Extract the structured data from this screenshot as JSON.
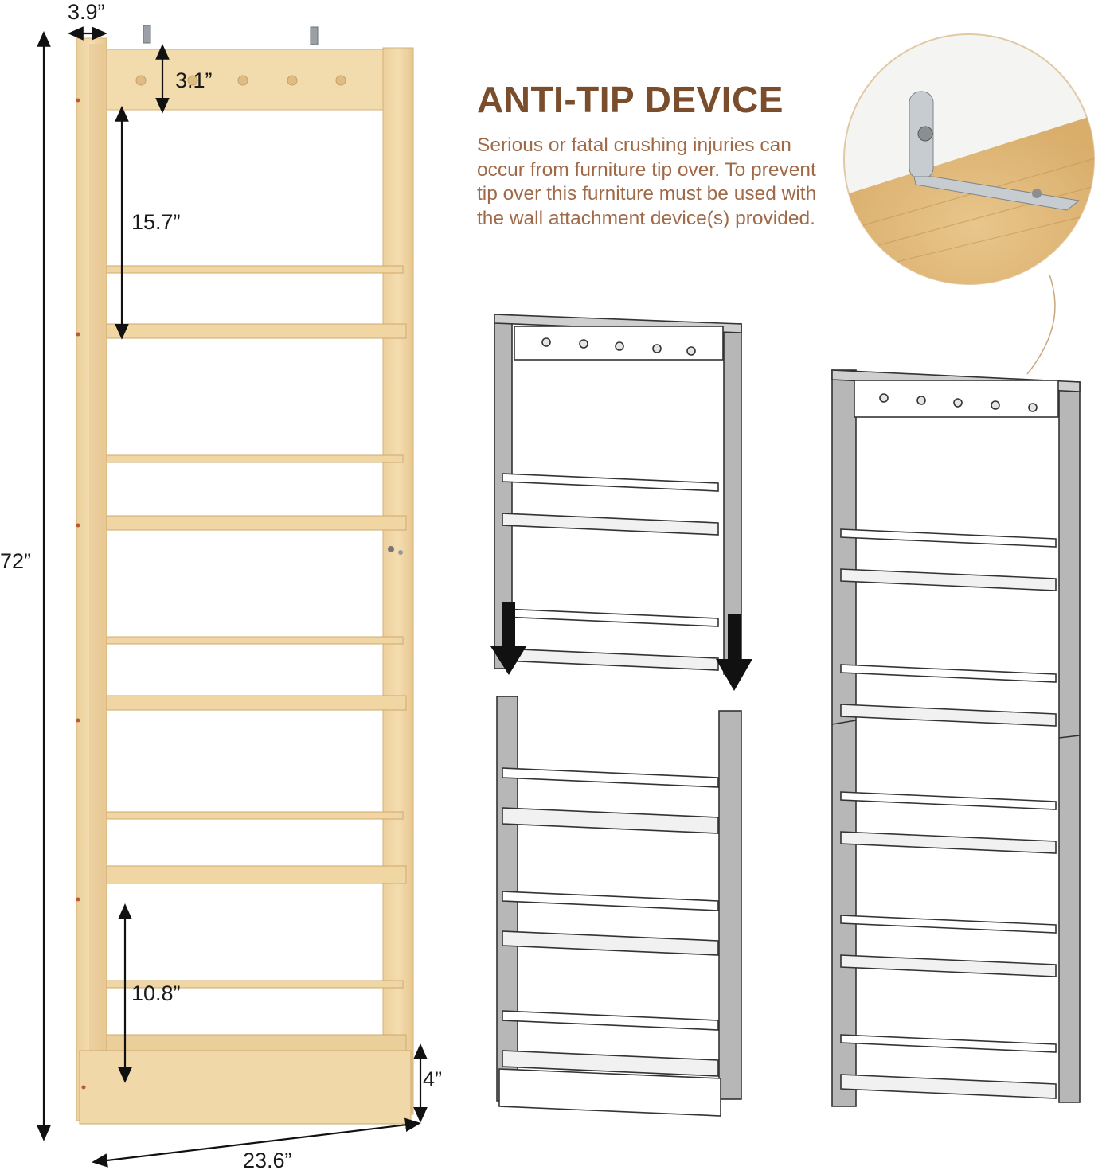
{
  "colors": {
    "heading": "#7a4e2d",
    "warning_text": "#a06a48",
    "wood": "#f1d9a8",
    "wood_dark": "#d9b57a",
    "diagram_gray": "#b5b5b5",
    "dimension_line": "#111111"
  },
  "dimensions": {
    "depth": "3.9”",
    "height_total": "72”",
    "top_panel": "3.1”",
    "upper_gap": "15.7”",
    "lower_gap": "10.8”",
    "base_height": "4”",
    "width": "23.6”"
  },
  "anti_tip": {
    "heading": "ANTI-TIP DEVICE",
    "warning": "Serious or fatal crushing injuries can occur from furniture tip over. To prevent tip over this furniture must be used with the wall attachment device(s) provided."
  },
  "icons": {
    "arrow_left": "down-arrow-icon",
    "arrow_right": "down-arrow-icon",
    "wall_bracket": "wall-bracket-icon"
  }
}
